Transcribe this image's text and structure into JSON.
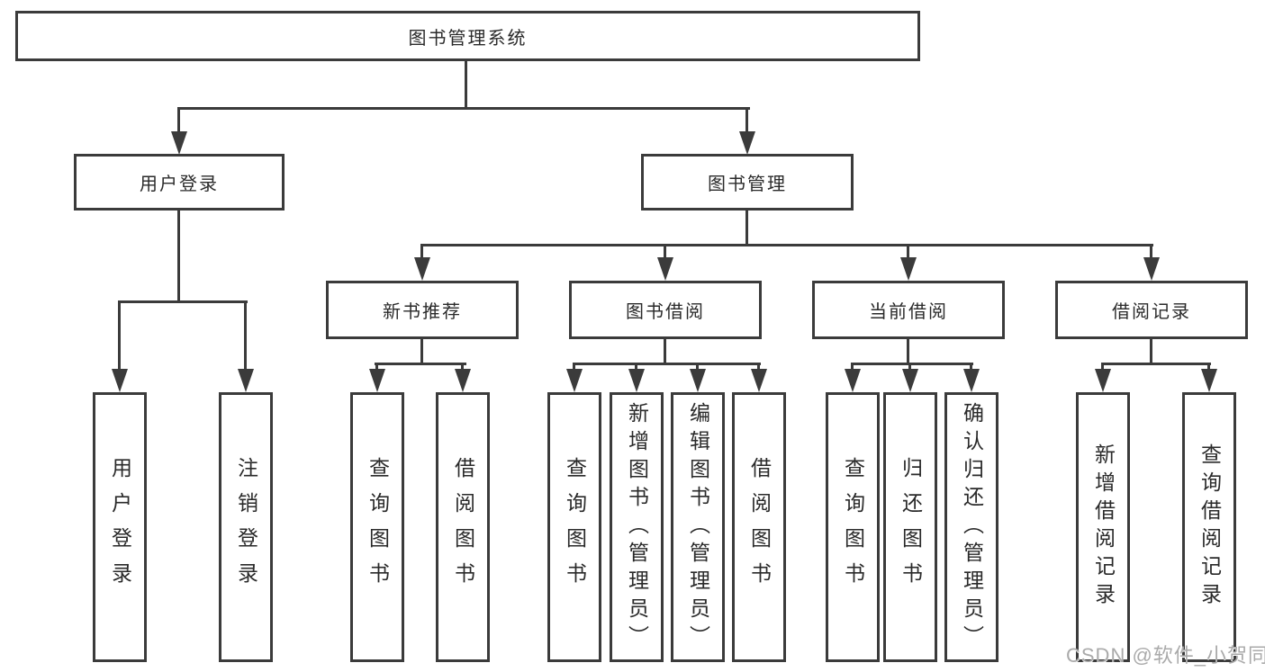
{
  "diagram": {
    "root": {
      "label": "图书管理系统"
    },
    "branches": [
      {
        "label": "用户登录",
        "children": [
          {
            "label": "用户登录"
          },
          {
            "label": "注销登录"
          }
        ]
      },
      {
        "label": "图书管理",
        "children": [
          {
            "label": "新书推荐",
            "children": [
              {
                "label": "查询图书"
              },
              {
                "label": "借阅图书"
              }
            ]
          },
          {
            "label": "图书借阅",
            "children": [
              {
                "label": "查询图书"
              },
              {
                "label": "新增图书（管理员）"
              },
              {
                "label": "编辑图书（管理员）"
              },
              {
                "label": "借阅图书"
              }
            ]
          },
          {
            "label": "当前借阅",
            "children": [
              {
                "label": "查询图书"
              },
              {
                "label": "归还图书"
              },
              {
                "label": "确认归还（管理员）"
              }
            ]
          },
          {
            "label": "借阅记录",
            "children": [
              {
                "label": "新增借阅记录"
              },
              {
                "label": "查询借阅记录"
              }
            ]
          }
        ]
      }
    ]
  },
  "watermark": {
    "text": "CSDN @软件_小贺同学"
  },
  "colors": {
    "line": "#3b3b3b",
    "text": "#2a2a2a",
    "watermark": "#aaaaaa",
    "background": "#ffffff"
  }
}
